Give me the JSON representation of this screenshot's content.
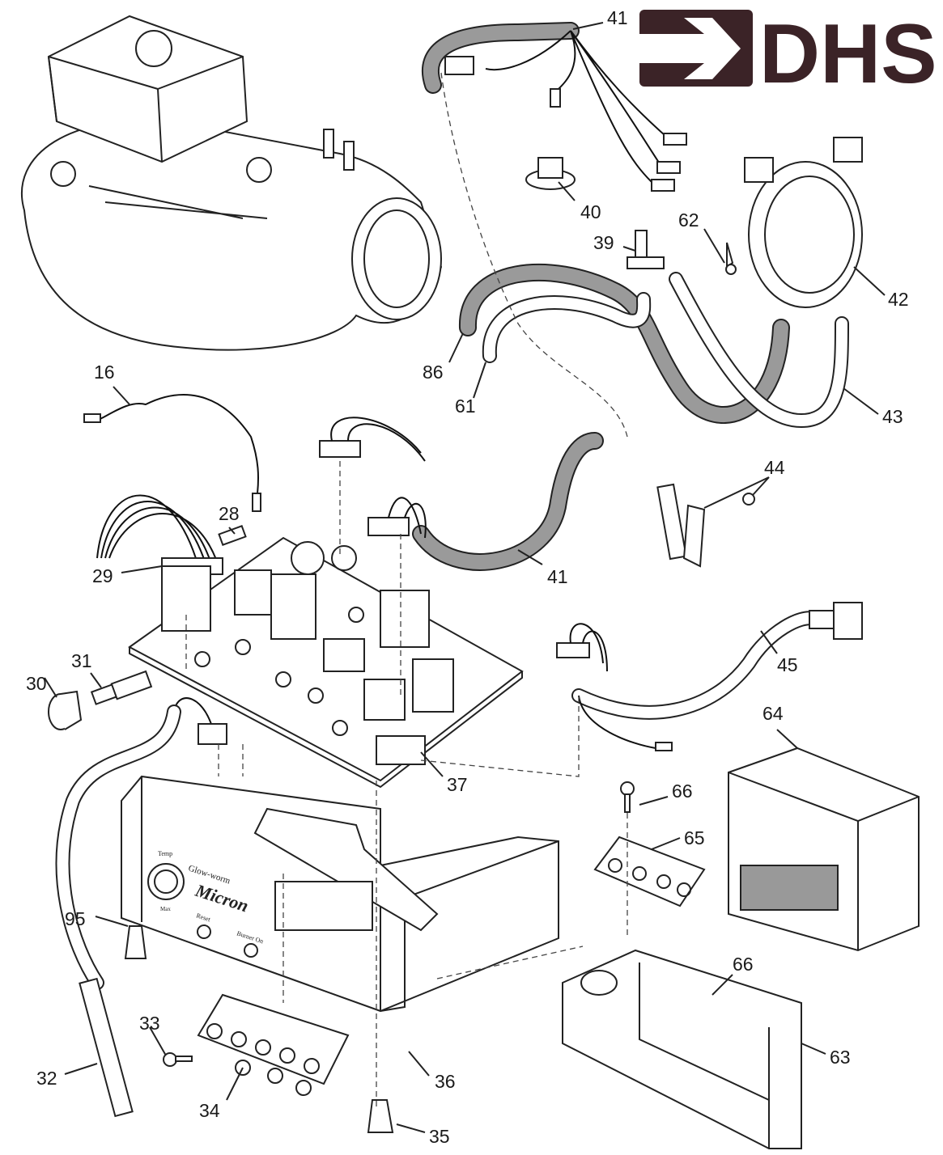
{
  "logo": {
    "text": "DHS",
    "color": "#3b2327"
  },
  "control_panel": {
    "temp": "Temp",
    "brand": "Glow-worm",
    "model": "Micron",
    "reset": "Reset",
    "burner_on": "Burner On",
    "max": "Max"
  },
  "labels": [
    "41",
    "40",
    "39",
    "62",
    "42",
    "86",
    "61",
    "43",
    "16",
    "28",
    "29",
    "41",
    "44",
    "45",
    "30",
    "31",
    "37",
    "64",
    "66",
    "65",
    "95",
    "66",
    "33",
    "32",
    "34",
    "36",
    "35",
    "63"
  ],
  "colors": {
    "line": "#222222",
    "hose_fill": "#9a9a9a"
  }
}
